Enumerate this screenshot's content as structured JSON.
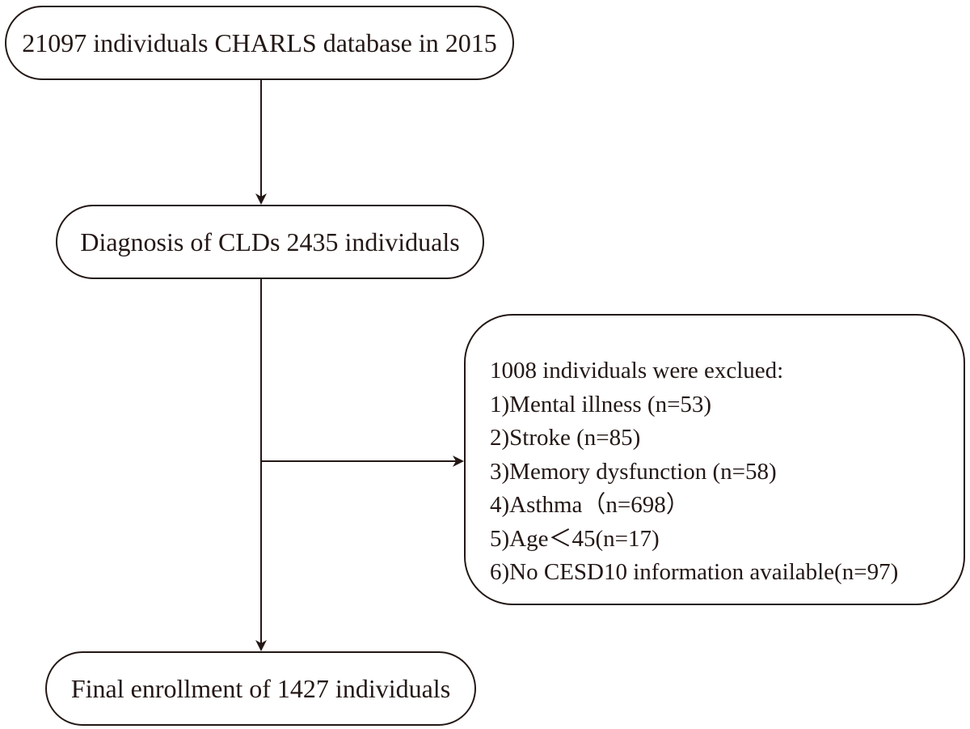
{
  "flowchart": {
    "start": {
      "label": "21097 individuals CHARLS database in 2015"
    },
    "diagnosis": {
      "label": "Diagnosis of CLDs 2435 individuals"
    },
    "excluded": {
      "title": "1008 individuals were exclued:",
      "items": [
        "1)Mental illness (n=53)",
        "2)Stroke (n=85)",
        "3)Memory dysfunction (n=58)",
        "4)Asthma（n=698）",
        "5)Age＜45(n=17)",
        "6)No CESD10 information available(n=97)"
      ]
    },
    "final": {
      "label": "Final enrollment of 1427 individuals"
    }
  },
  "colors": {
    "stroke": "#231815",
    "background": "#ffffff"
  }
}
